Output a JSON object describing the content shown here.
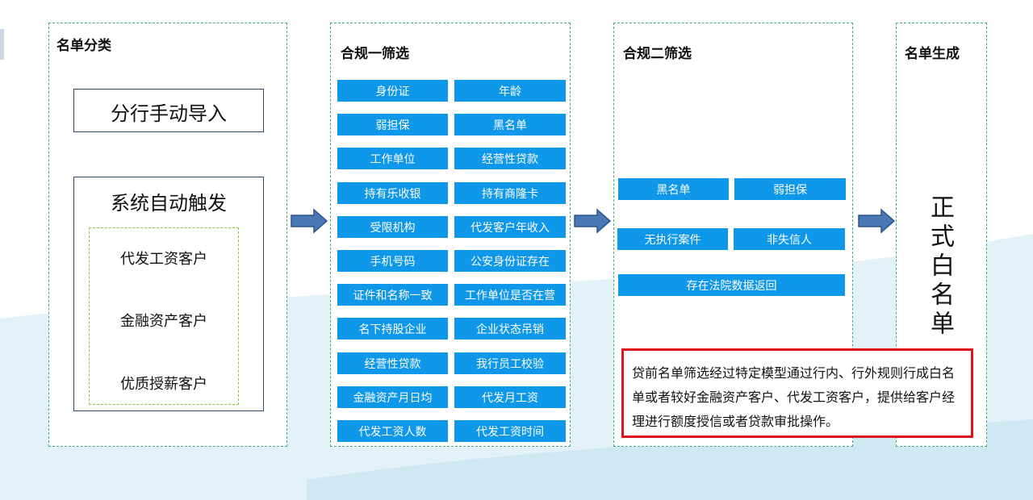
{
  "columns": {
    "classification": {
      "title": "名单分类",
      "manual_import": "分行手动导入",
      "auto_trigger": {
        "title": "系统自动触发",
        "items": [
          "代发工资客户",
          "金融资产客户",
          "优质授薪客户"
        ]
      }
    },
    "compliance1": {
      "title": "合规一筛选",
      "tags": [
        [
          "身份证",
          "年龄"
        ],
        [
          "弱担保",
          "黑名单"
        ],
        [
          "工作单位",
          "经营性贷款"
        ],
        [
          "持有乐收银",
          "持有商隆卡"
        ],
        [
          "受限机构",
          "代发客户年收入"
        ],
        [
          "手机号码",
          "公安身份证存在"
        ],
        [
          "证件和名称一致",
          "工作单位是否在营"
        ],
        [
          "名下持股企业",
          "企业状态吊销"
        ],
        [
          "经营性贷款",
          "我行员工校验"
        ],
        [
          "金融资产月日均",
          "代发月工资"
        ],
        [
          "代发工资人数",
          "代发工资时间"
        ]
      ]
    },
    "compliance2": {
      "title": "合规二筛选",
      "tags_row1": [
        "黑名单",
        "弱担保"
      ],
      "tags_row2": [
        "无执行案件",
        "非失信人"
      ],
      "tag_wide": "存在法院数据返回"
    },
    "generation": {
      "title": "名单生成",
      "result": "正式白名单"
    }
  },
  "note": "贷前名单筛选经过特定模型通过行内、行外规则行成白名单或者较好金融资产客户、代发工资客户，提供给客户经理进行额度授信或者贷款审批操作。",
  "colors": {
    "tag_blue": "#0f97ea",
    "panel_border": "#3fae7a",
    "arrow_fill": "#4a78b4",
    "note_border": "#e0121b"
  }
}
